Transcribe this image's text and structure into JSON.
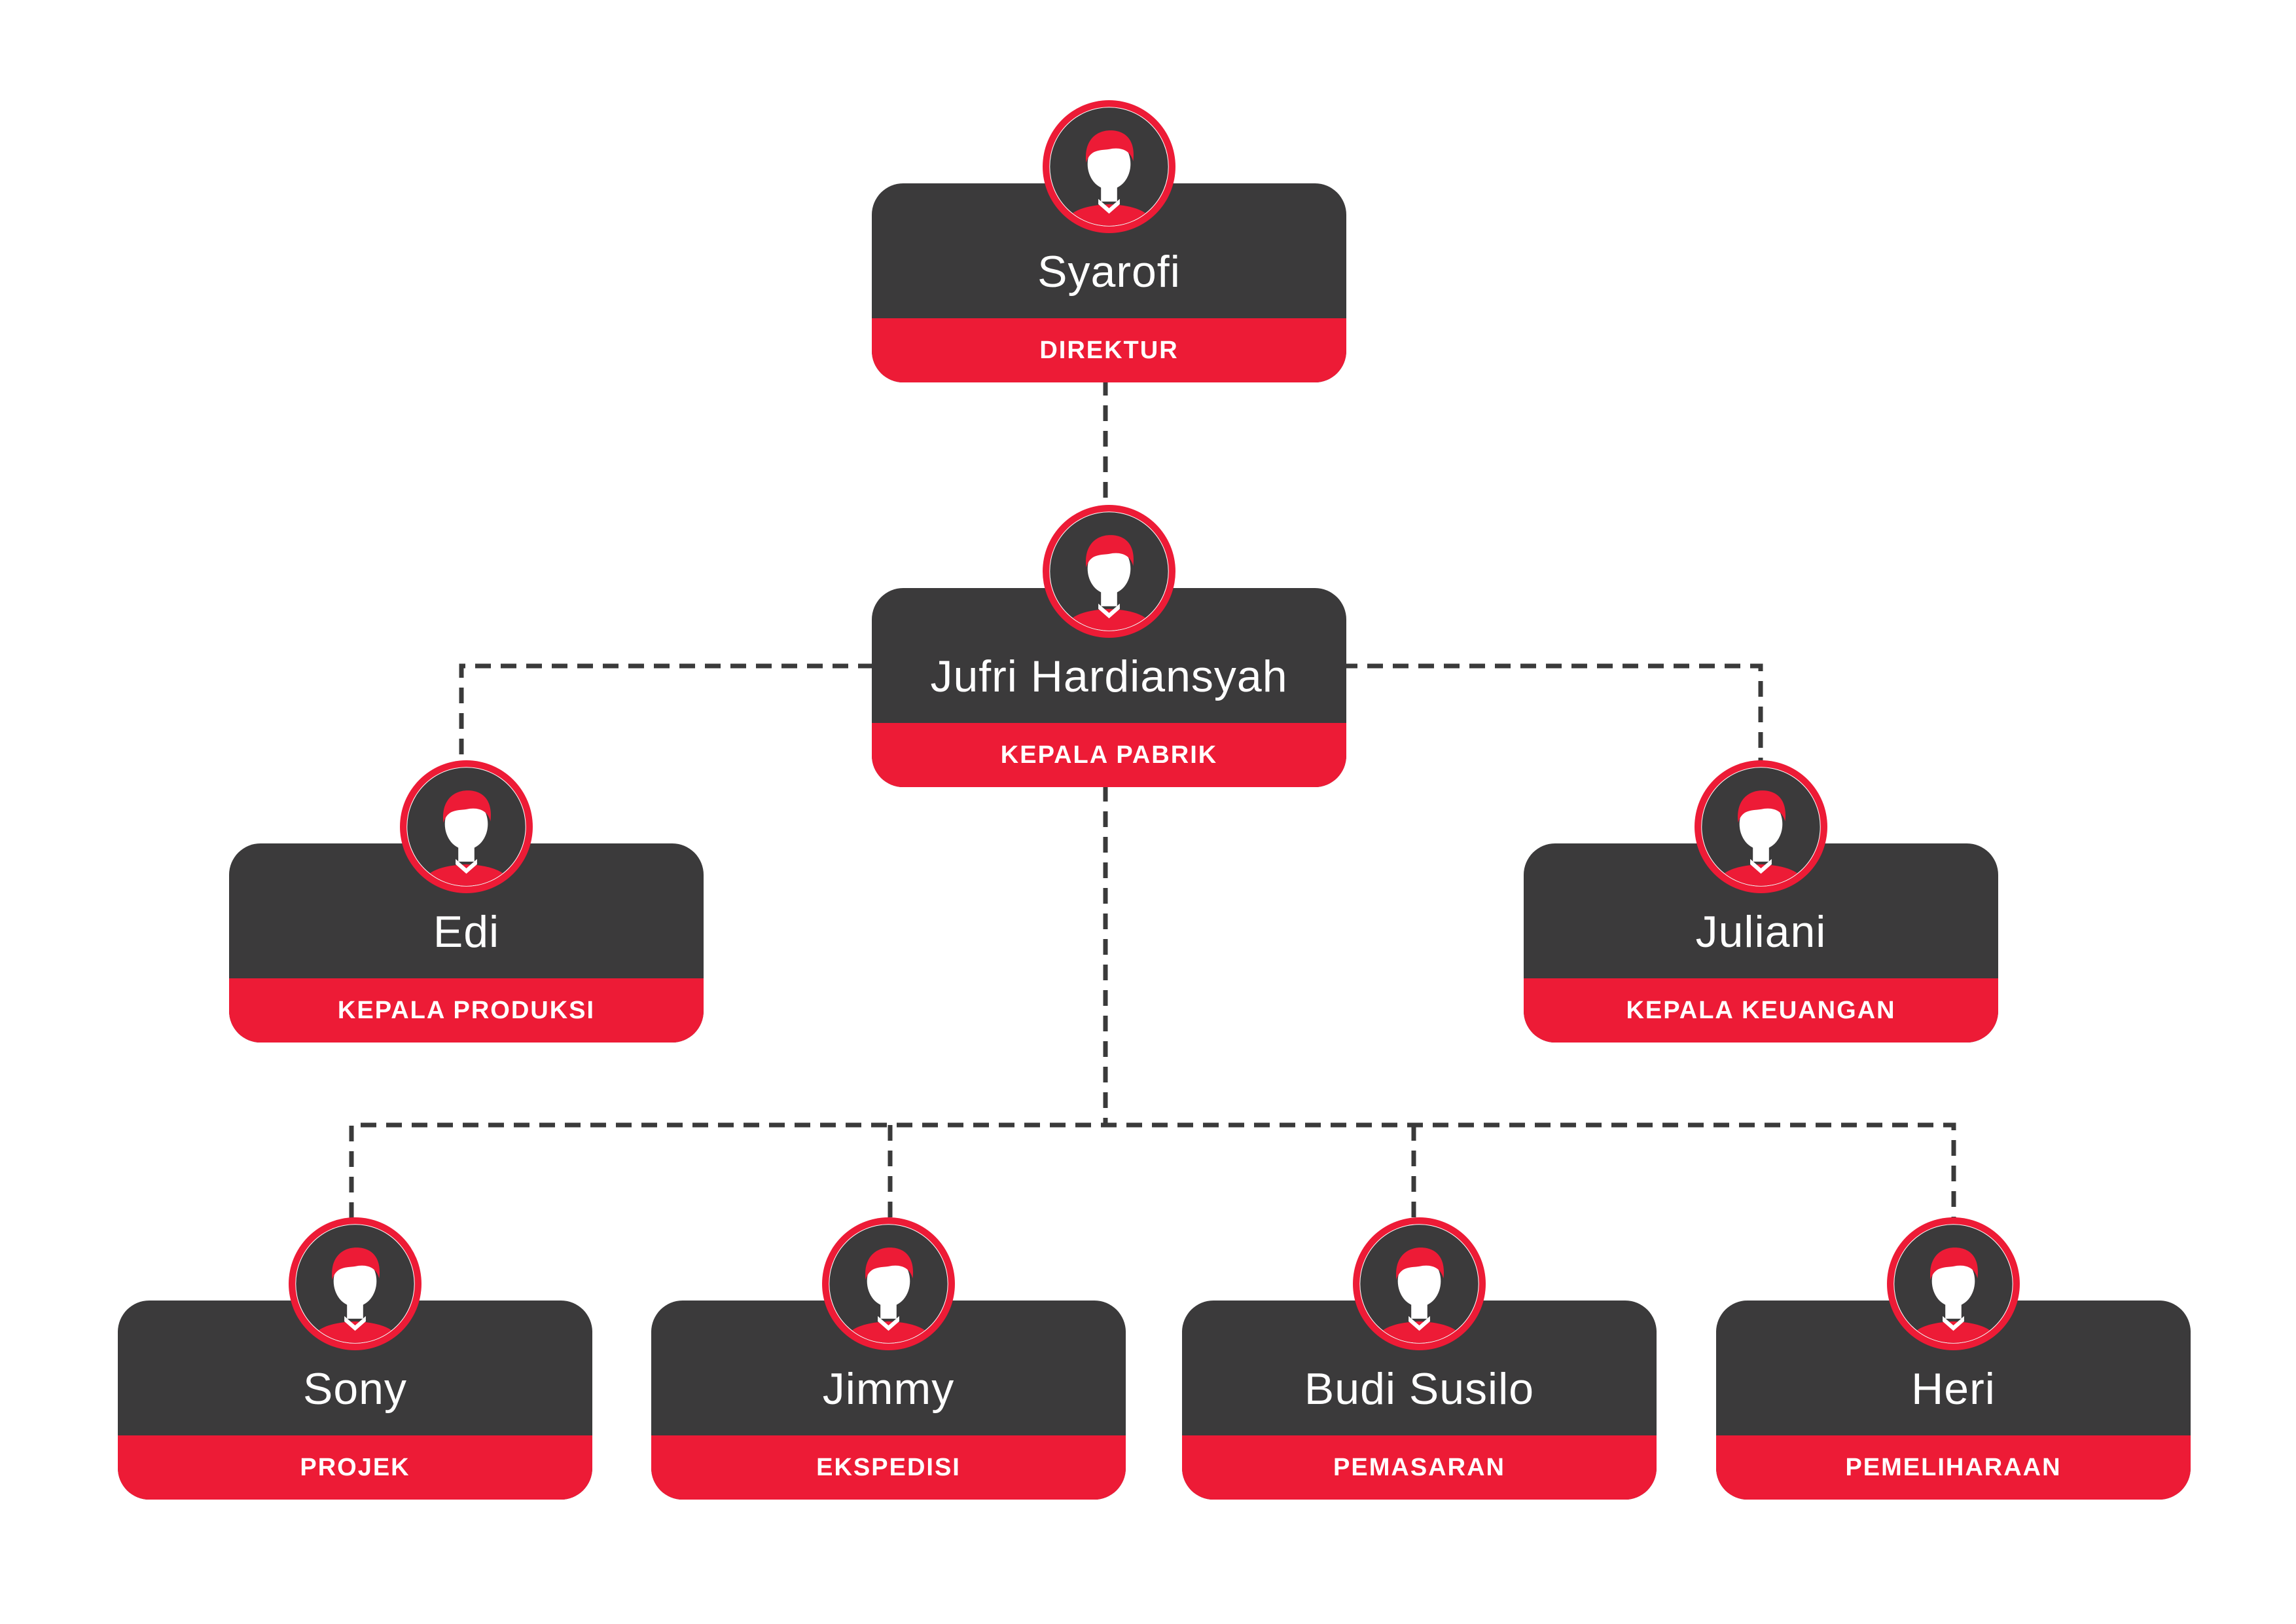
{
  "colors": {
    "card_dark": "#3b3a3b",
    "accent_red": "#ed1b36",
    "connector": "#3a3a3a",
    "text_light": "#ffffff"
  },
  "nodes": {
    "director": {
      "name": "Syarofi",
      "role": "DIREKTUR",
      "icon": "person-avatar-icon"
    },
    "factory_head": {
      "name": "Jufri Hardiansyah",
      "role": "KEPALA PABRIK",
      "icon": "person-avatar-icon"
    },
    "production_head": {
      "name": "Edi",
      "role": "KEPALA PRODUKSI",
      "icon": "person-avatar-icon"
    },
    "finance_head": {
      "name": "Juliani",
      "role": "KEPALA KEUANGAN",
      "icon": "person-avatar-icon"
    },
    "project": {
      "name": "Sony",
      "role": "PROJEK",
      "icon": "person-avatar-icon"
    },
    "expedition": {
      "name": "Jimmy",
      "role": "EKSPEDISI",
      "icon": "person-avatar-icon"
    },
    "marketing": {
      "name": "Budi Susilo",
      "role": "PEMASARAN",
      "icon": "person-avatar-icon"
    },
    "maintenance": {
      "name": "Heri",
      "role": "PEMELIHARAAN",
      "icon": "person-avatar-icon"
    }
  }
}
